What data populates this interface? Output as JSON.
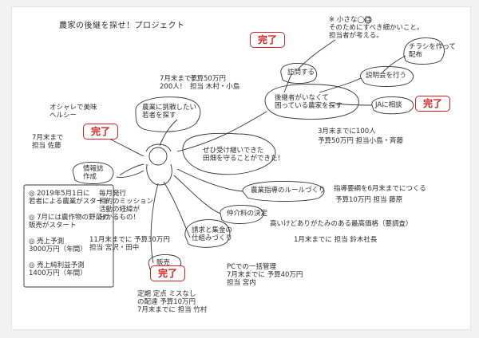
{
  "title": "農家の後継を探せ！プロジェクト",
  "done_label": "完了",
  "center": "ぜひ受け継いできた\n田畑を守ることができた！",
  "branches": {
    "young": {
      "label": "農業に挑戦したい\n若者を探す",
      "note": "7月末までに\n200人！",
      "budget": "予算50万円\n担当 木村・小島"
    },
    "farmers": {
      "label": "後継者がいなくて\n困っている農家を探す",
      "note": "3月末までに100人",
      "budget": "予算50万円 担当小島・斉藤"
    },
    "visit": {
      "label": "訪問する"
    },
    "briefing": {
      "label": "説明会を行う"
    },
    "flyer": {
      "label": "チラシを作って\n配布"
    },
    "ja": {
      "label": "JAに相談"
    },
    "visit_note": "※ 小さな◯は\nそのためにすべき細かいこと。\n担当者が考える。",
    "magazine": {
      "label": "情報誌\n作成",
      "note": "毎月発行\n目的のミッション\n活動の経緯が\n分かるもの！",
      "budget": "11月末までに 予算30万円\n担当 宮沢・田中"
    },
    "sales": {
      "label": "販売",
      "note": "定期 定点 ミスなし\nの配達 予算10万円\n7月末までに 担当 竹村"
    },
    "billing": {
      "label": "請求と集金の\n仕組みづくり",
      "note": "PCでの一括管理\n7月末までに 予算40万円\n担当 宮内"
    },
    "fee": {
      "label": "仲介料の決定",
      "note": "高いけどありがたみのある最高価格（要調査）",
      "budget": "1月末までに 担当 鈴木社長"
    },
    "rules": {
      "label": "農業指導のルールづくり",
      "note": "指導要綱を6月末までにつくる",
      "budget": "予算10万円 担当 藤原"
    },
    "healthy": {
      "label": "オシャレで美味\nヘルシー",
      "budget": "7月末まで\n担当 佐藤"
    }
  },
  "plan_box": [
    "◎ 2019年5月1日に\n若者による農業がスタート",
    "◎ 7月には農作物の野菜の\n販売がスタート",
    "◎ 売上予測\n3000万円（年間）",
    "◎ 売上純利益予測\n1400万円（年間）"
  ]
}
